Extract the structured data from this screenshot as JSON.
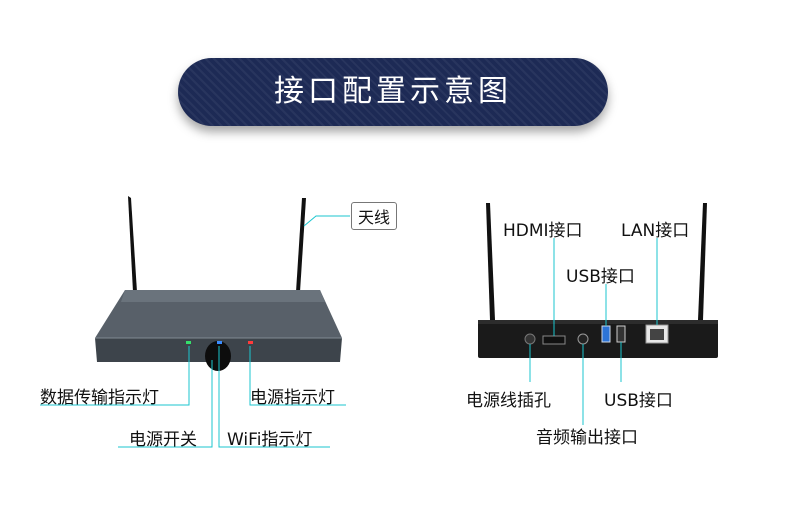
{
  "title": "接口配置示意图",
  "left_device": {
    "antenna_label": "天线",
    "data_led_label": "数据传输指示灯",
    "power_led_label": "电源指示灯",
    "power_switch_label": "电源开关",
    "wifi_led_label": "WiFi指示灯"
  },
  "right_device": {
    "hdmi_label": "HDMI接口",
    "lan_label": "LAN接口",
    "usb_top_label": "USB接口",
    "power_jack_label": "电源线插孔",
    "usb_bottom_label": "USB接口",
    "audio_label": "音频输出接口"
  },
  "colors": {
    "banner": "#1d2a55",
    "leader": "#1bc6cf",
    "led_green": "#35e06b",
    "led_blue": "#3a8cff",
    "led_red": "#ff3b3b"
  }
}
